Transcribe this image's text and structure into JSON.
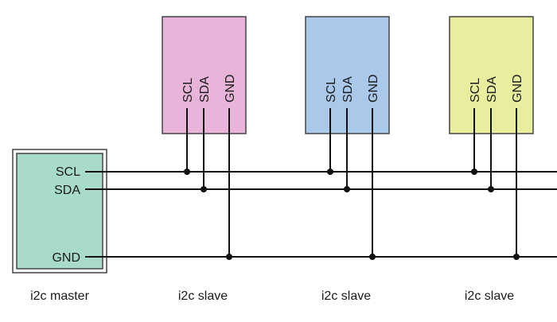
{
  "master": {
    "caption": "i2c master",
    "fill": "#a8dcc9",
    "pins": [
      "SCL",
      "SDA",
      "GND"
    ]
  },
  "slaves": [
    {
      "caption": "i2c slave",
      "fill": "#e9b4d9",
      "pins": [
        "SCL",
        "SDA",
        "GND"
      ]
    },
    {
      "caption": "i2c slave",
      "fill": "#a9c8ea",
      "pins": [
        "SCL",
        "SDA",
        "GND"
      ]
    },
    {
      "caption": "i2c slave",
      "fill": "#e8ee9e",
      "pins": [
        "SCL",
        "SDA",
        "GND"
      ]
    }
  ],
  "colors": {
    "wire": "#111111",
    "box_border": "#444444"
  }
}
